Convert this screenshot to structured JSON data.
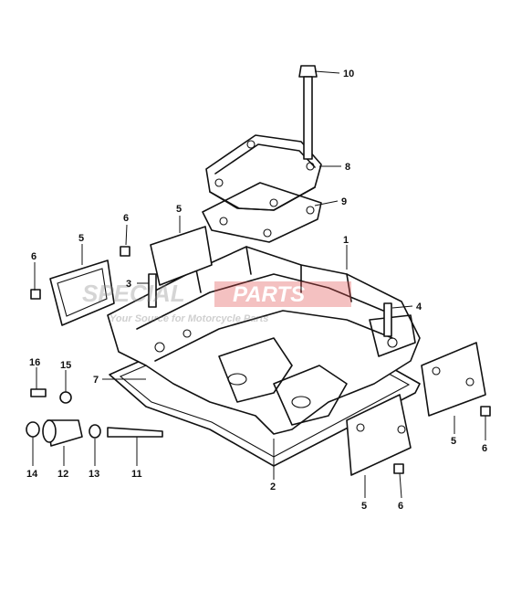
{
  "diagram": {
    "callouts": [
      {
        "id": "c10",
        "text": "10"
      },
      {
        "id": "c8",
        "text": "8"
      },
      {
        "id": "c9",
        "text": "9"
      },
      {
        "id": "c1",
        "text": "1"
      },
      {
        "id": "c5a",
        "text": "5"
      },
      {
        "id": "c6a",
        "text": "6"
      },
      {
        "id": "c5b",
        "text": "5"
      },
      {
        "id": "c6b",
        "text": "6"
      },
      {
        "id": "c3",
        "text": "3"
      },
      {
        "id": "c4",
        "text": "4"
      },
      {
        "id": "c16",
        "text": "16"
      },
      {
        "id": "c15",
        "text": "15"
      },
      {
        "id": "c7",
        "text": "7"
      },
      {
        "id": "c14",
        "text": "14"
      },
      {
        "id": "c12",
        "text": "12"
      },
      {
        "id": "c13",
        "text": "13"
      },
      {
        "id": "c11",
        "text": "11"
      },
      {
        "id": "c2",
        "text": "2"
      },
      {
        "id": "c5c",
        "text": "5"
      },
      {
        "id": "c6c",
        "text": "6"
      },
      {
        "id": "c5d",
        "text": "5"
      },
      {
        "id": "c6d",
        "text": "6"
      }
    ],
    "watermark": {
      "brand_left": "SPECIAL",
      "brand_right": "PARTS",
      "tagline": "Your Source for Motorcycle Parts"
    }
  }
}
